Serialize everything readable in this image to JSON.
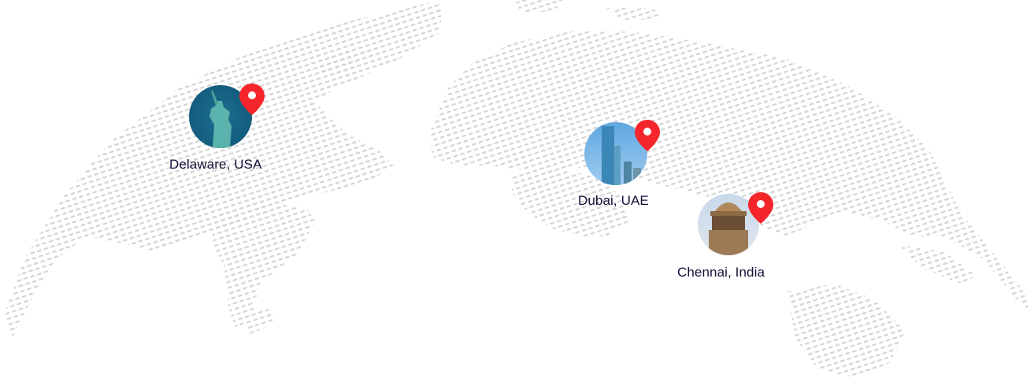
{
  "map": {
    "dot_color": "#d4d4d4",
    "pin_color": "#f5262b",
    "label_color": "#14113a"
  },
  "locations": [
    {
      "label": "Delaware, USA",
      "icon": "statue-of-liberty-photo"
    },
    {
      "label": "Dubai, UAE",
      "icon": "dubai-skyscraper-photo"
    },
    {
      "label": "Chennai, India",
      "icon": "chennai-tower-photo"
    }
  ]
}
